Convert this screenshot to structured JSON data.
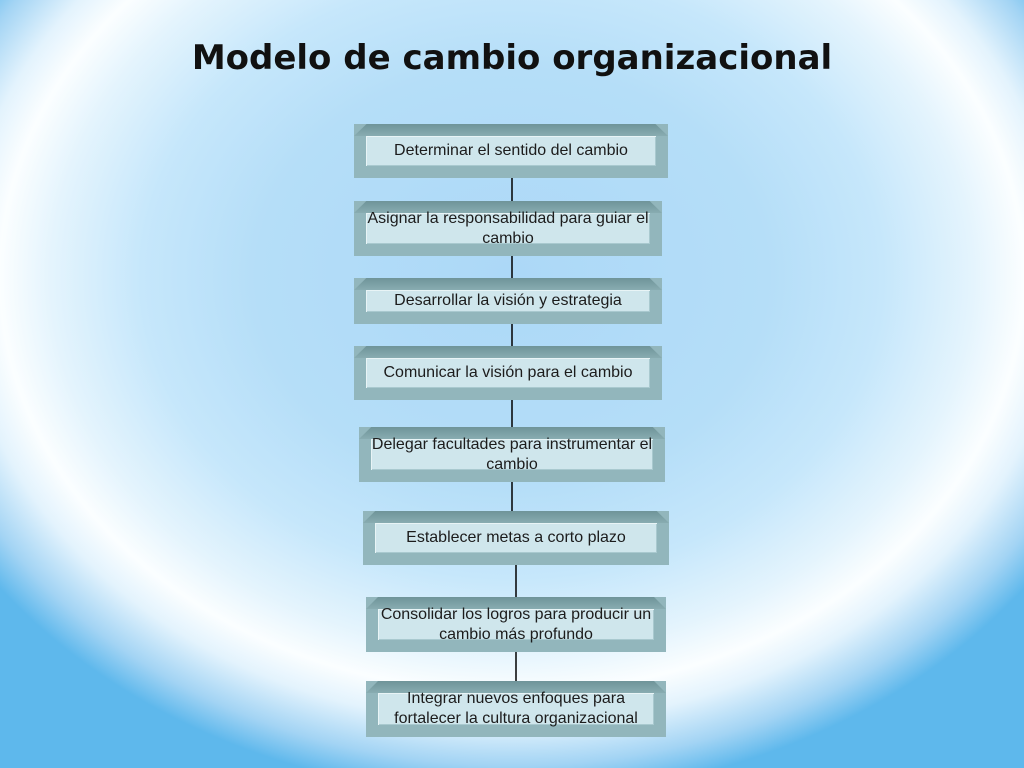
{
  "title": "Modelo de cambio organizacional",
  "steps": [
    {
      "label": "Determinar el sentido del cambio"
    },
    {
      "label": "Asignar la responsabilidad para guiar el cambio"
    },
    {
      "label": "Desarrollar la visión y estrategia"
    },
    {
      "label": "Comunicar la visión para el cambio"
    },
    {
      "label": "Delegar  facultades  para instrumentar el cambio"
    },
    {
      "label": "Establecer metas a corto plazo"
    },
    {
      "label": "Consolidar los logros para producir un cambio más profundo"
    },
    {
      "label": "Integrar nuevos enfoques para fortalecer la cultura organizacional"
    }
  ],
  "colors": {
    "box_face": "#cfe6ec",
    "box_bevel": "#92b6bc",
    "arrow": "#000000"
  }
}
